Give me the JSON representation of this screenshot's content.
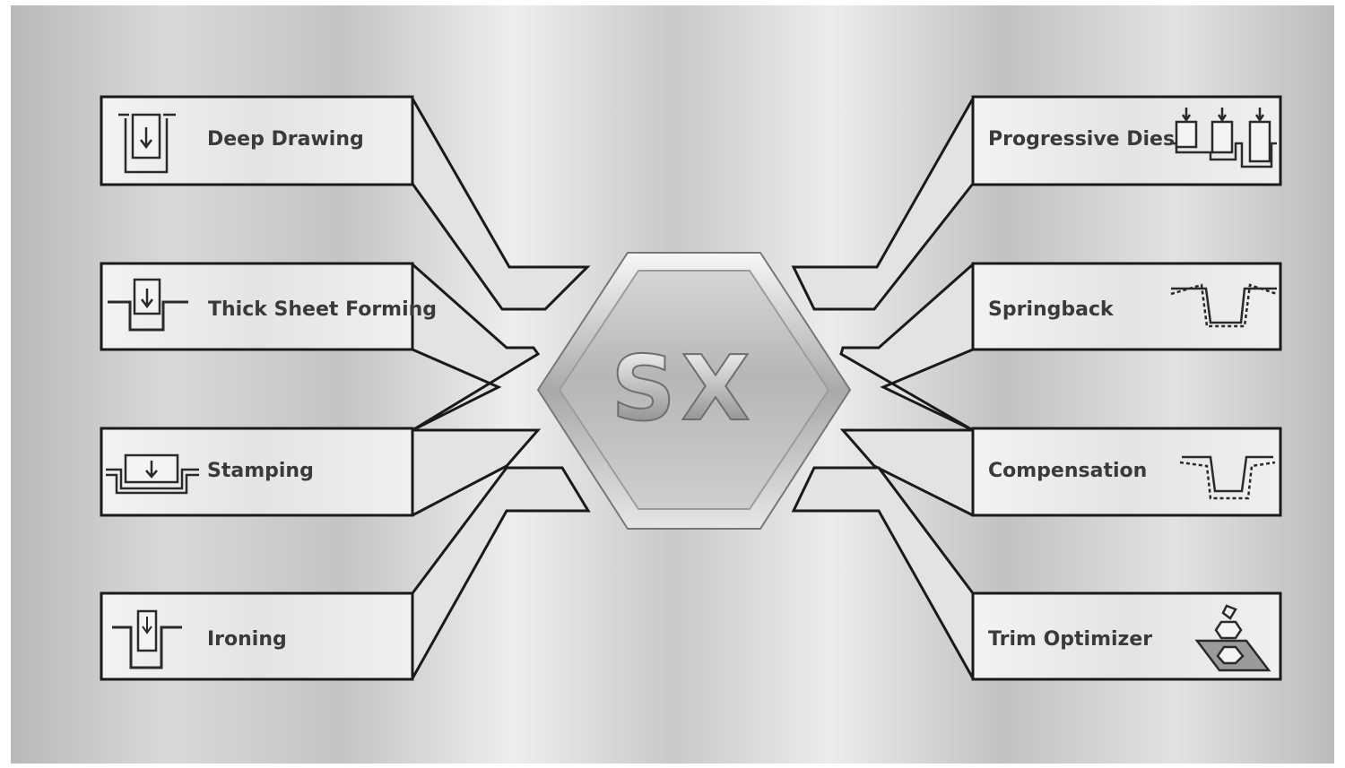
{
  "center_badge": {
    "text": "SX"
  },
  "left_modules": [
    {
      "label": "Deep Drawing",
      "icon": "deep-drawing-icon"
    },
    {
      "label": "Thick Sheet Forming",
      "icon": "thick-sheet-forming-icon"
    },
    {
      "label": "Stamping",
      "icon": "stamping-icon"
    },
    {
      "label": "Ironing",
      "icon": "ironing-icon"
    }
  ],
  "right_modules": [
    {
      "label": "Progressive Dies",
      "icon": "progressive-dies-icon"
    },
    {
      "label": "Springback",
      "icon": "springback-icon"
    },
    {
      "label": "Compensation",
      "icon": "compensation-icon"
    },
    {
      "label": "Trim Optimizer",
      "icon": "trim-optimizer-icon"
    }
  ],
  "colors": {
    "metal_light": "#f2f2f2",
    "metal_mid": "#bdbdbd",
    "metal_dark": "#8f8f8f",
    "outline": "#1a1a1a",
    "text": "#3a3a3a"
  }
}
